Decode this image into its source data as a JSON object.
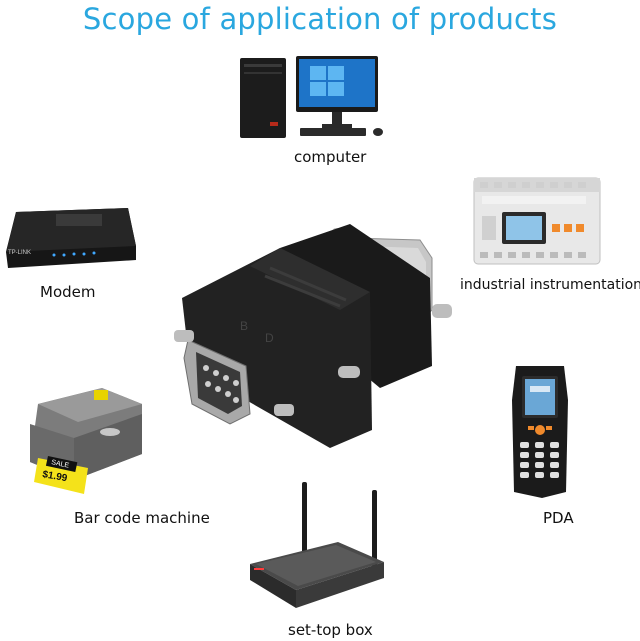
{
  "title": "Scope of application of products",
  "items": {
    "computer": {
      "label": "computer",
      "icon": "computer-icon"
    },
    "modem": {
      "label": "Modem",
      "icon": "modem-icon",
      "brand": "TP-LINK"
    },
    "industrial": {
      "label": "industrial instrumentation",
      "icon": "energy-meter-icon"
    },
    "barcode": {
      "label": "Bar code machine",
      "icon": "label-printer-icon",
      "tag_text": "SALE",
      "price_text": "$1.99"
    },
    "pda": {
      "label": "PDA",
      "icon": "handheld-scanner-icon"
    },
    "settop": {
      "label": "set-top box",
      "icon": "router-box-icon"
    }
  },
  "center": {
    "icon": "db9-adapter-icon"
  },
  "colors": {
    "title": "#2aa7df",
    "label": "#111111"
  }
}
